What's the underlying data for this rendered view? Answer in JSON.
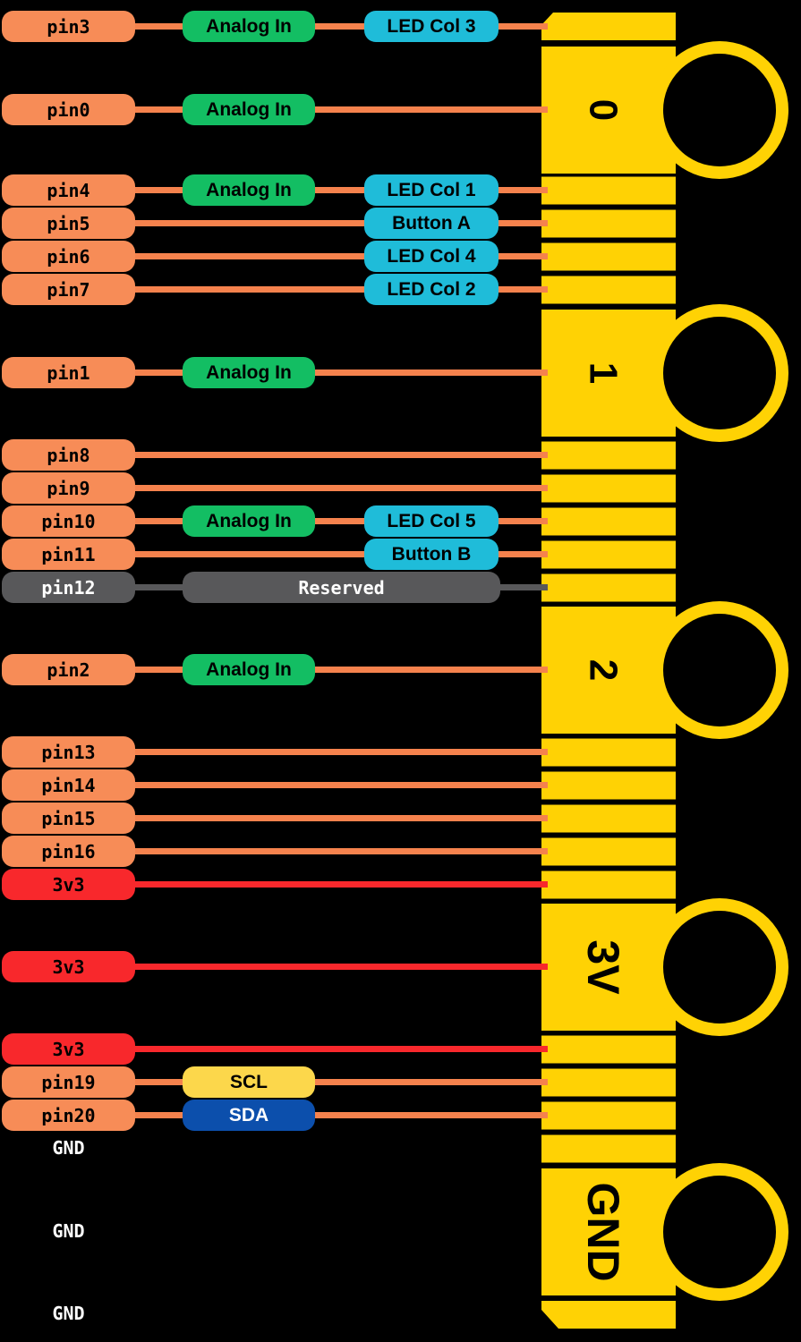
{
  "colors": {
    "background": "#000000",
    "pill_orange": "#F78C57",
    "pill_red": "#F8282C",
    "pill_gray": "#58585A",
    "badge_green": "#13BE63",
    "badge_cyan": "#1FBCD9",
    "badge_yellow": "#FCD74B",
    "badge_blue": "#0C4FAC",
    "wire_orange": "#F5824D",
    "wire_red": "#F8282C",
    "wire_gray": "#58585A",
    "connector_yellow": "#FFD204",
    "text_dark": "#000000",
    "text_light": "#FFFFFF"
  },
  "rows": [
    {
      "pin": "pin3",
      "pin_style": "orange",
      "wire": "orange",
      "badges": [
        {
          "label": "Analog In",
          "style": "green",
          "slot": "mid"
        },
        {
          "label": "LED Col 3",
          "style": "cyan",
          "slot": "right"
        }
      ]
    },
    {
      "pin": "pin0",
      "pin_style": "orange",
      "wire": "orange",
      "badges": [
        {
          "label": "Analog In",
          "style": "green",
          "slot": "mid"
        }
      ]
    },
    {
      "pin": "pin4",
      "pin_style": "orange",
      "wire": "orange",
      "badges": [
        {
          "label": "Analog In",
          "style": "green",
          "slot": "mid"
        },
        {
          "label": "LED Col 1",
          "style": "cyan",
          "slot": "right"
        }
      ]
    },
    {
      "pin": "pin5",
      "pin_style": "orange",
      "wire": "orange",
      "badges": [
        {
          "label": "Button A",
          "style": "cyan",
          "slot": "right"
        }
      ]
    },
    {
      "pin": "pin6",
      "pin_style": "orange",
      "wire": "orange",
      "badges": [
        {
          "label": "LED Col 4",
          "style": "cyan",
          "slot": "right"
        }
      ]
    },
    {
      "pin": "pin7",
      "pin_style": "orange",
      "wire": "orange",
      "badges": [
        {
          "label": "LED Col 2",
          "style": "cyan",
          "slot": "right"
        }
      ]
    },
    {
      "pin": "pin1",
      "pin_style": "orange",
      "wire": "orange",
      "badges": [
        {
          "label": "Analog In",
          "style": "green",
          "slot": "mid"
        }
      ]
    },
    {
      "pin": "pin8",
      "pin_style": "orange",
      "wire": "orange",
      "badges": []
    },
    {
      "pin": "pin9",
      "pin_style": "orange",
      "wire": "orange",
      "badges": []
    },
    {
      "pin": "pin10",
      "pin_style": "orange",
      "wire": "orange",
      "badges": [
        {
          "label": "Analog In",
          "style": "green",
          "slot": "mid"
        },
        {
          "label": "LED Col 5",
          "style": "cyan",
          "slot": "right"
        }
      ]
    },
    {
      "pin": "pin11",
      "pin_style": "orange",
      "wire": "orange",
      "badges": [
        {
          "label": "Button B",
          "style": "cyan",
          "slot": "right"
        }
      ]
    },
    {
      "pin": "pin12",
      "pin_style": "gray",
      "wire": "gray",
      "badges": [
        {
          "label": "Reserved",
          "style": "gray",
          "slot": "wide"
        }
      ]
    },
    {
      "pin": "pin2",
      "pin_style": "orange",
      "wire": "orange",
      "badges": [
        {
          "label": "Analog In",
          "style": "green",
          "slot": "mid"
        }
      ]
    },
    {
      "pin": "pin13",
      "pin_style": "orange",
      "wire": "orange",
      "badges": []
    },
    {
      "pin": "pin14",
      "pin_style": "orange",
      "wire": "orange",
      "badges": []
    },
    {
      "pin": "pin15",
      "pin_style": "orange",
      "wire": "orange",
      "badges": []
    },
    {
      "pin": "pin16",
      "pin_style": "orange",
      "wire": "orange",
      "badges": []
    },
    {
      "pin": "3v3",
      "pin_style": "red",
      "wire": "red",
      "badges": []
    },
    {
      "pin": "3v3",
      "pin_style": "red",
      "wire": "red",
      "badges": []
    },
    {
      "pin": "3v3",
      "pin_style": "red",
      "wire": "red",
      "badges": []
    },
    {
      "pin": "pin19",
      "pin_style": "orange",
      "wire": "orange",
      "badges": [
        {
          "label": "SCL",
          "style": "yellow",
          "slot": "mid"
        }
      ]
    },
    {
      "pin": "pin20",
      "pin_style": "orange",
      "wire": "orange",
      "badges": [
        {
          "label": "SDA",
          "style": "blue",
          "slot": "mid"
        }
      ]
    },
    {
      "pin": "GND",
      "pin_style": "text",
      "wire": null,
      "badges": []
    },
    {
      "pin": "GND",
      "pin_style": "text",
      "wire": null,
      "badges": []
    },
    {
      "pin": "GND",
      "pin_style": "text",
      "wire": null,
      "badges": []
    }
  ],
  "connector": {
    "pads": [
      {
        "label": "0"
      },
      {
        "label": "1"
      },
      {
        "label": "2"
      },
      {
        "label": "3V"
      },
      {
        "label": "GND"
      }
    ]
  }
}
